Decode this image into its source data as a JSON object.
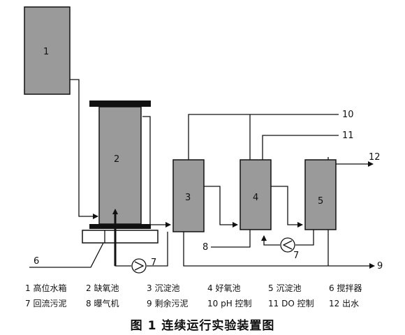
{
  "tanks": [
    {
      "id": "1",
      "label": "1"
    },
    {
      "id": "2",
      "label": "2"
    },
    {
      "id": "3",
      "label": "3"
    },
    {
      "id": "4",
      "label": "4"
    },
    {
      "id": "5",
      "label": "5"
    }
  ],
  "callouts": {
    "n10": "10",
    "n11": "11",
    "n12": "12",
    "n8": "8",
    "n6": "6",
    "n7a": "7",
    "n7b": "7",
    "n9": "9"
  },
  "legend": [
    [
      "1 高位水箱",
      "2 缺氧池",
      "3 沉淀池",
      "4 好氧池",
      "5 沉淀池",
      "6 搅拌器"
    ],
    [
      "7 回流污泥",
      "8 曝气机",
      "9 剩余污泥",
      "10 pH 控制",
      "11 DO 控制",
      "12 出水"
    ]
  ],
  "caption": "图 1    连续运行实验装置图",
  "colors": {
    "tank_fill": "#9a9a9a",
    "line": "#111111"
  }
}
